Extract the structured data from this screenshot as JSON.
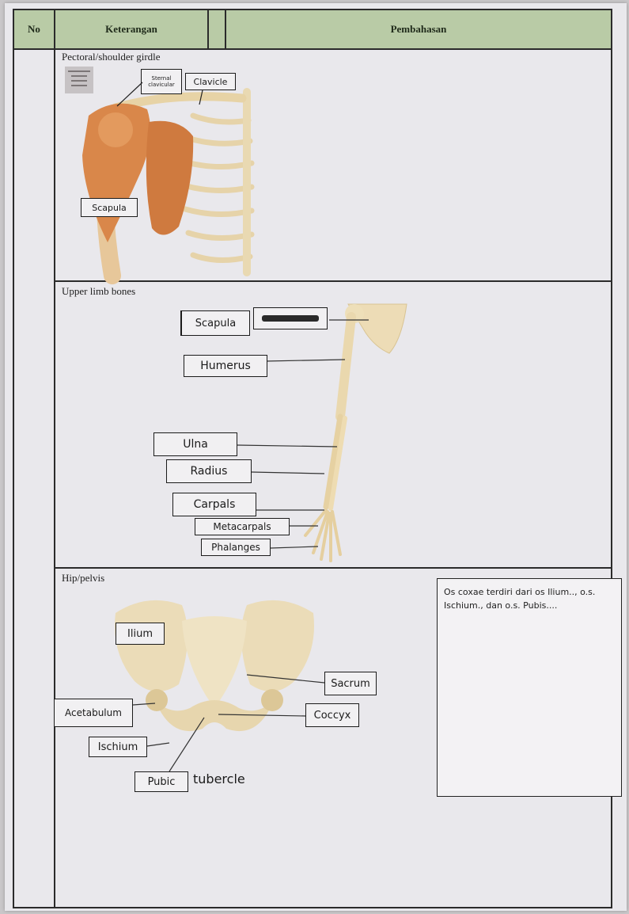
{
  "header": {
    "no": "No",
    "keterangan": "Keterangan",
    "pembahasan": "Pembahasan"
  },
  "sections": [
    {
      "title": "Pectoral/shoulder girdle",
      "labels": {
        "sternal_clavicular": "Sternal clavicular",
        "clavicle": "Clavicle",
        "scapula": "Scapula"
      }
    },
    {
      "title": "Upper limb bones",
      "labels": {
        "scapula": "Scapula",
        "humerus": "Humerus",
        "ulna": "Ulna",
        "radius": "Radius",
        "carpals": "Carpals",
        "metacarpals": "Metacarpals",
        "phalanges": "Phalanges"
      }
    },
    {
      "title": "Hip/pelvis",
      "labels": {
        "ilium": "Ilium",
        "sacrum": "Sacrum",
        "acetabulum": "Acetabulum",
        "coccyx": "Coccyx",
        "ischium": "Ischium",
        "pubic": "Pubic",
        "tubercle": "tubercle"
      },
      "note": "Os coxae terdiri dari os Ilium.., o.s. Ischium., dan o.s. Pubis...."
    }
  ],
  "colors": {
    "header_bg": "#b9cba6",
    "bone": "#e8d8b0",
    "muscle": "#d9874a"
  }
}
